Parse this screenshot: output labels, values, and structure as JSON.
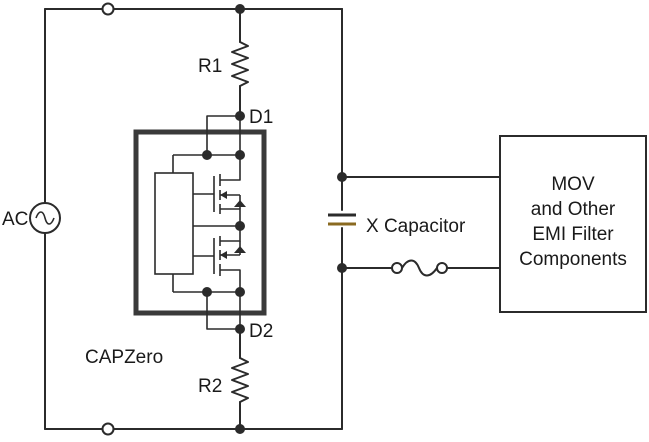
{
  "labels": {
    "r1": "R1",
    "r2": "R2",
    "d1": "D1",
    "d2": "D2",
    "ac": "AC",
    "chip": "CAPZero",
    "x_capacitor": "X Capacitor"
  },
  "filter_box": {
    "line1": "MOV",
    "line2": "and Other",
    "line3": "EMI Filter",
    "line4": "Components"
  },
  "colors": {
    "wire": "#2b2b2b",
    "capacitor_plate": "#8a6a20",
    "chip_border": "#3a3a3a"
  }
}
